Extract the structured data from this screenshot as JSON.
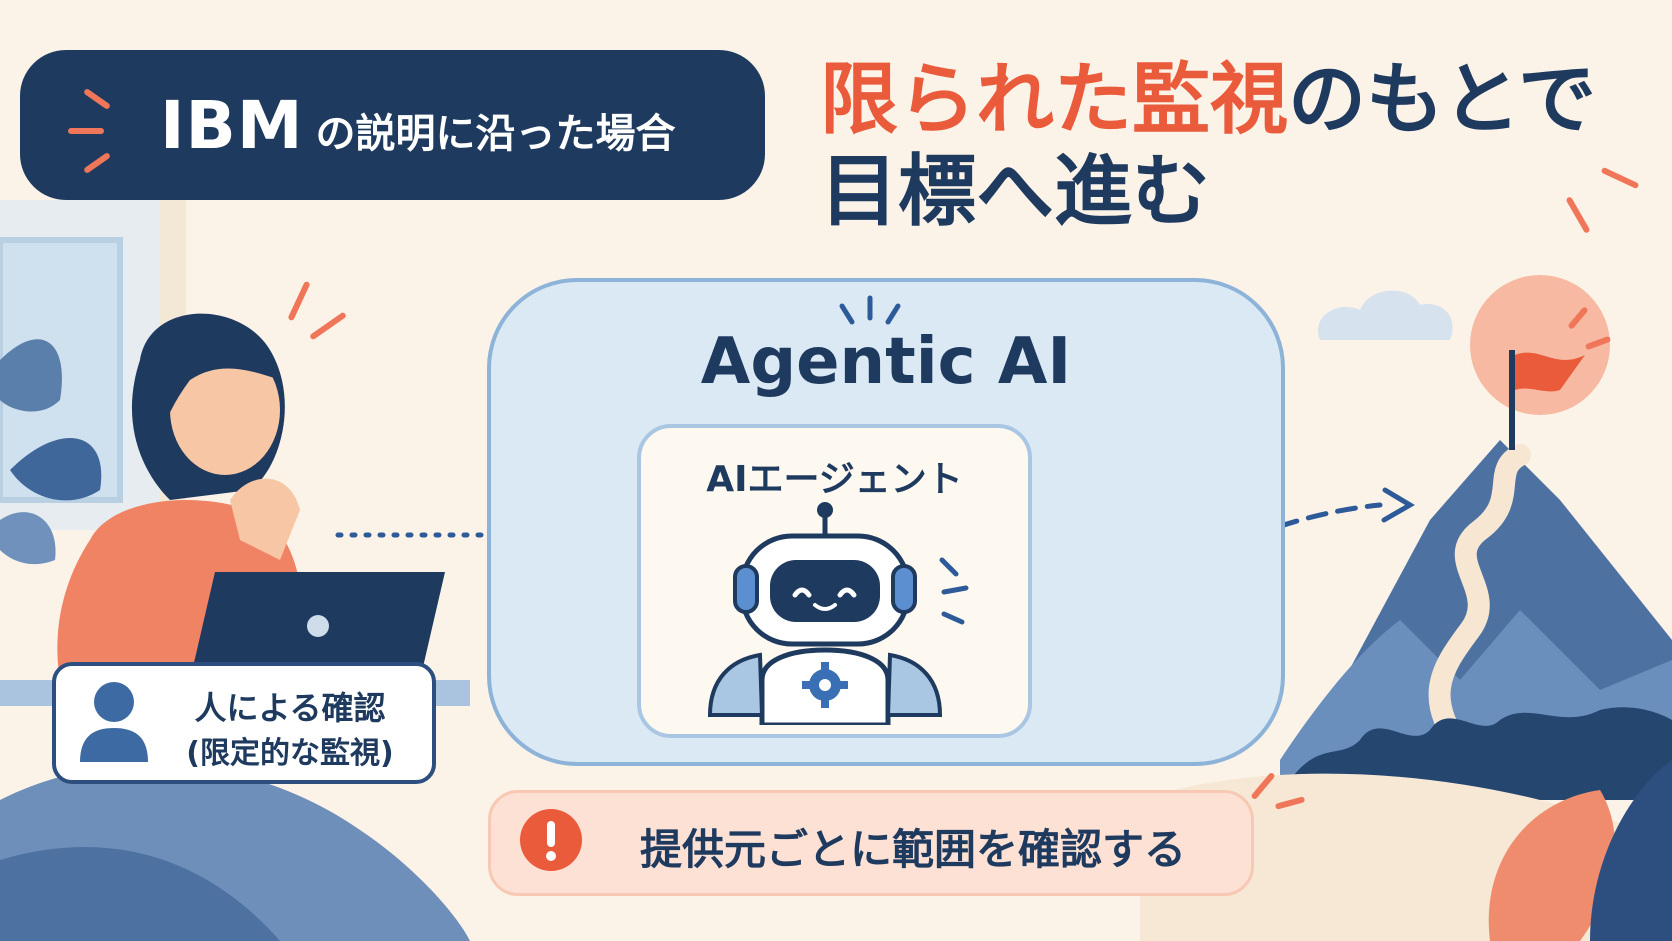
{
  "header": {
    "badge_main": "IBM",
    "badge_sub": "の説明に沿った場合"
  },
  "headline": {
    "highlight": "限られた監視",
    "rest": "のもとで",
    "line2": "目標へ進む"
  },
  "agentic": {
    "title": "Agentic AI",
    "agent_label": "AIエージェント"
  },
  "human": {
    "line1": "人による確認",
    "line2": "(限定的な監視)"
  },
  "note": {
    "text": "提供元ごとに範囲を確認する",
    "icon": "exclamation-icon"
  },
  "colors": {
    "navy": "#1f3a5f",
    "accent_orange": "#ea5b3b",
    "light_blue": "#dbe9f5",
    "background": "#fbf3e8"
  }
}
